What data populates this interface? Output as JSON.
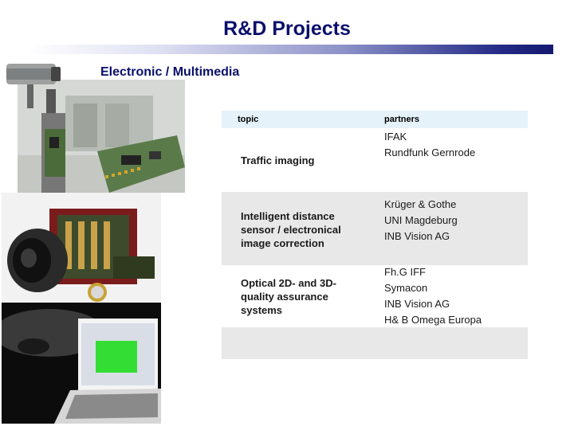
{
  "slide": {
    "title": "R&D Projects",
    "subtitle": "Electronic / Multimedia"
  },
  "table": {
    "headers": {
      "topic": "topic",
      "partners": "partners"
    },
    "rows": [
      {
        "topic": "Traffic imaging",
        "partners": [
          "IFAK",
          "Rundfunk Gernrode"
        ]
      },
      {
        "topic": "Intelligent distance sensor / electronical image correction",
        "partners": [
          "Krüger & Gothe",
          "UNI Magdeburg",
          "INB Vision AG"
        ]
      },
      {
        "topic": "Optical 2D- and 3D-quality assurance systems",
        "partners": [
          "Fh.G IFF",
          "Symacon",
          "INB Vision AG",
          "H& B Omega Europa"
        ]
      },
      {
        "topic": "",
        "partners": []
      }
    ]
  },
  "colors": {
    "title": "#0b0f6b",
    "header_row": "#e6f2fa",
    "shaded_row": "#e8e8e8"
  }
}
